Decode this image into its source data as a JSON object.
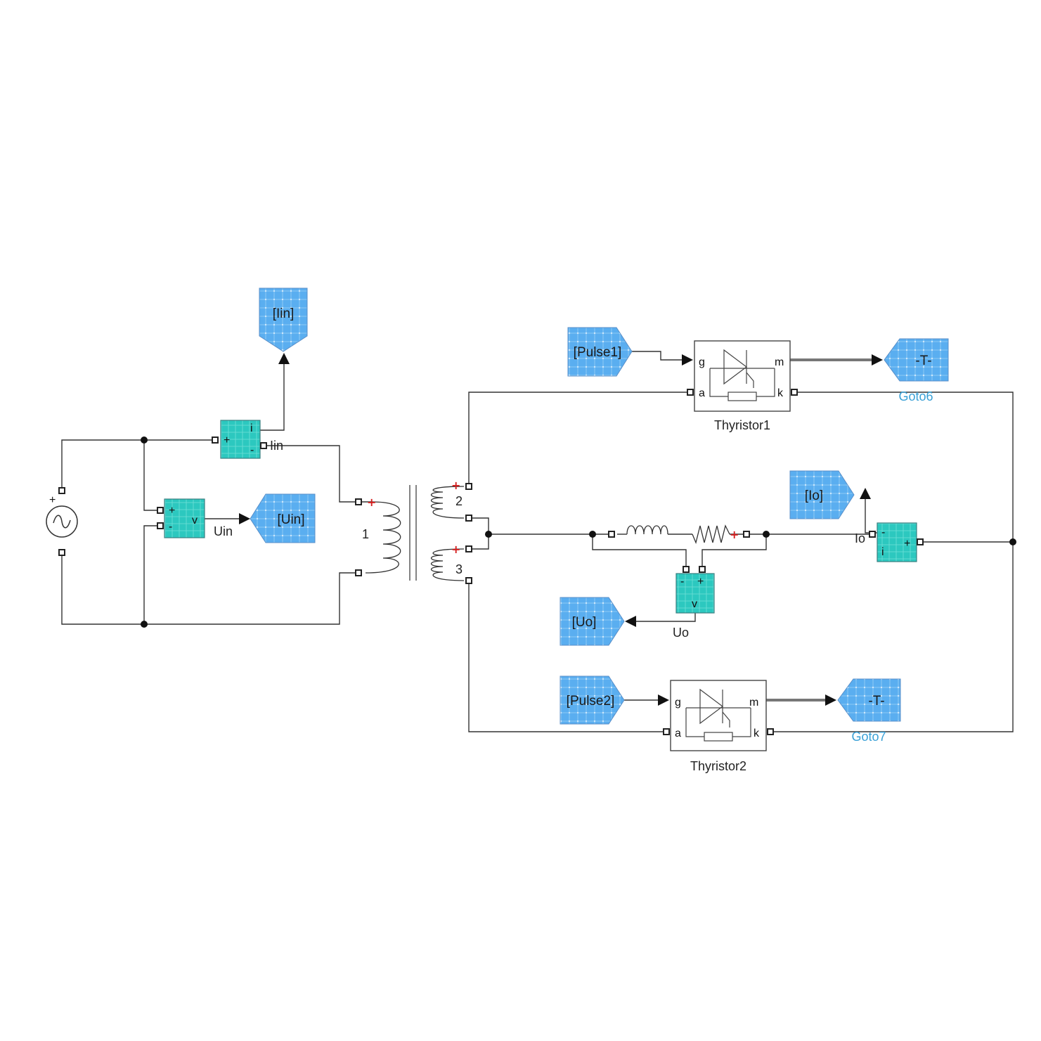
{
  "blocks": {
    "goto_iin": "[Iin]",
    "goto_uin": "[Uin]",
    "goto_io": "[Io]",
    "goto_uo": "[Uo]",
    "from_pulse1": "[Pulse1]",
    "from_pulse2": "[Pulse2]",
    "goto6_tag": "-T-",
    "goto7_tag": "-T-",
    "goto6_name": "Goto6",
    "goto7_name": "Goto7"
  },
  "labels": {
    "iin": "Iin",
    "uin": "Uin",
    "uo": "Uo",
    "io": "Io",
    "winding1": "1",
    "winding2": "2",
    "winding3": "3",
    "thyristor1": "Thyristor1",
    "thyristor2": "Thyristor2"
  },
  "ports": {
    "g": "g",
    "m": "m",
    "a": "a",
    "k": "k",
    "v": "v",
    "i": "i",
    "plus": "+",
    "minus": "-"
  },
  "colors": {
    "goto_fill": "#5aaef0",
    "meas_fill": "#2cc8bf",
    "goto_name": "#39a0d6",
    "polarity": "#d42020"
  }
}
